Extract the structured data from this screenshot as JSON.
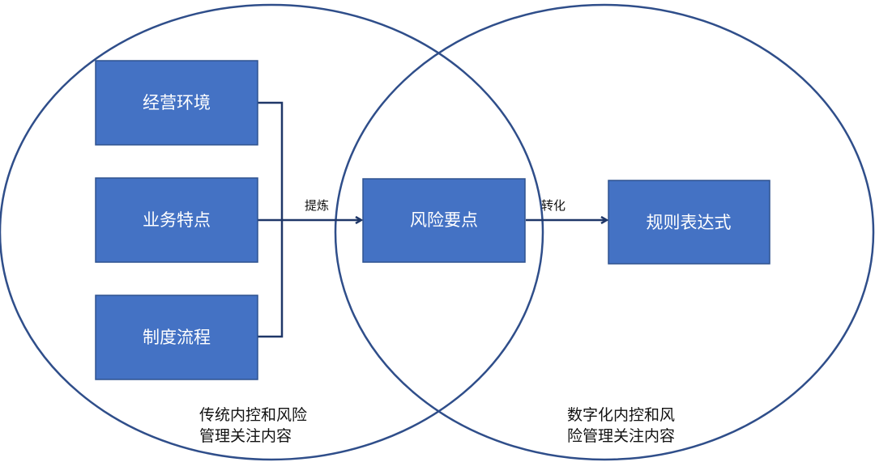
{
  "colors": {
    "box_fill": "#4472C4",
    "box_stroke": "#2F528F",
    "ellipse_stroke": "#2F4E8A",
    "arrow": "#1F3768"
  },
  "boxes": {
    "business_env": "经营环境",
    "business_traits": "业务特点",
    "process": "制度流程",
    "risk_points": "风险要点",
    "rule_expression": "规则表达式"
  },
  "edges": {
    "refine": "提炼",
    "transform": "转化"
  },
  "captions": {
    "traditional_line1": "传统内控和风险",
    "traditional_line2": "管理关注内容",
    "digital_line1": "数字化内控和风",
    "digital_line2": "险管理关注内容"
  }
}
